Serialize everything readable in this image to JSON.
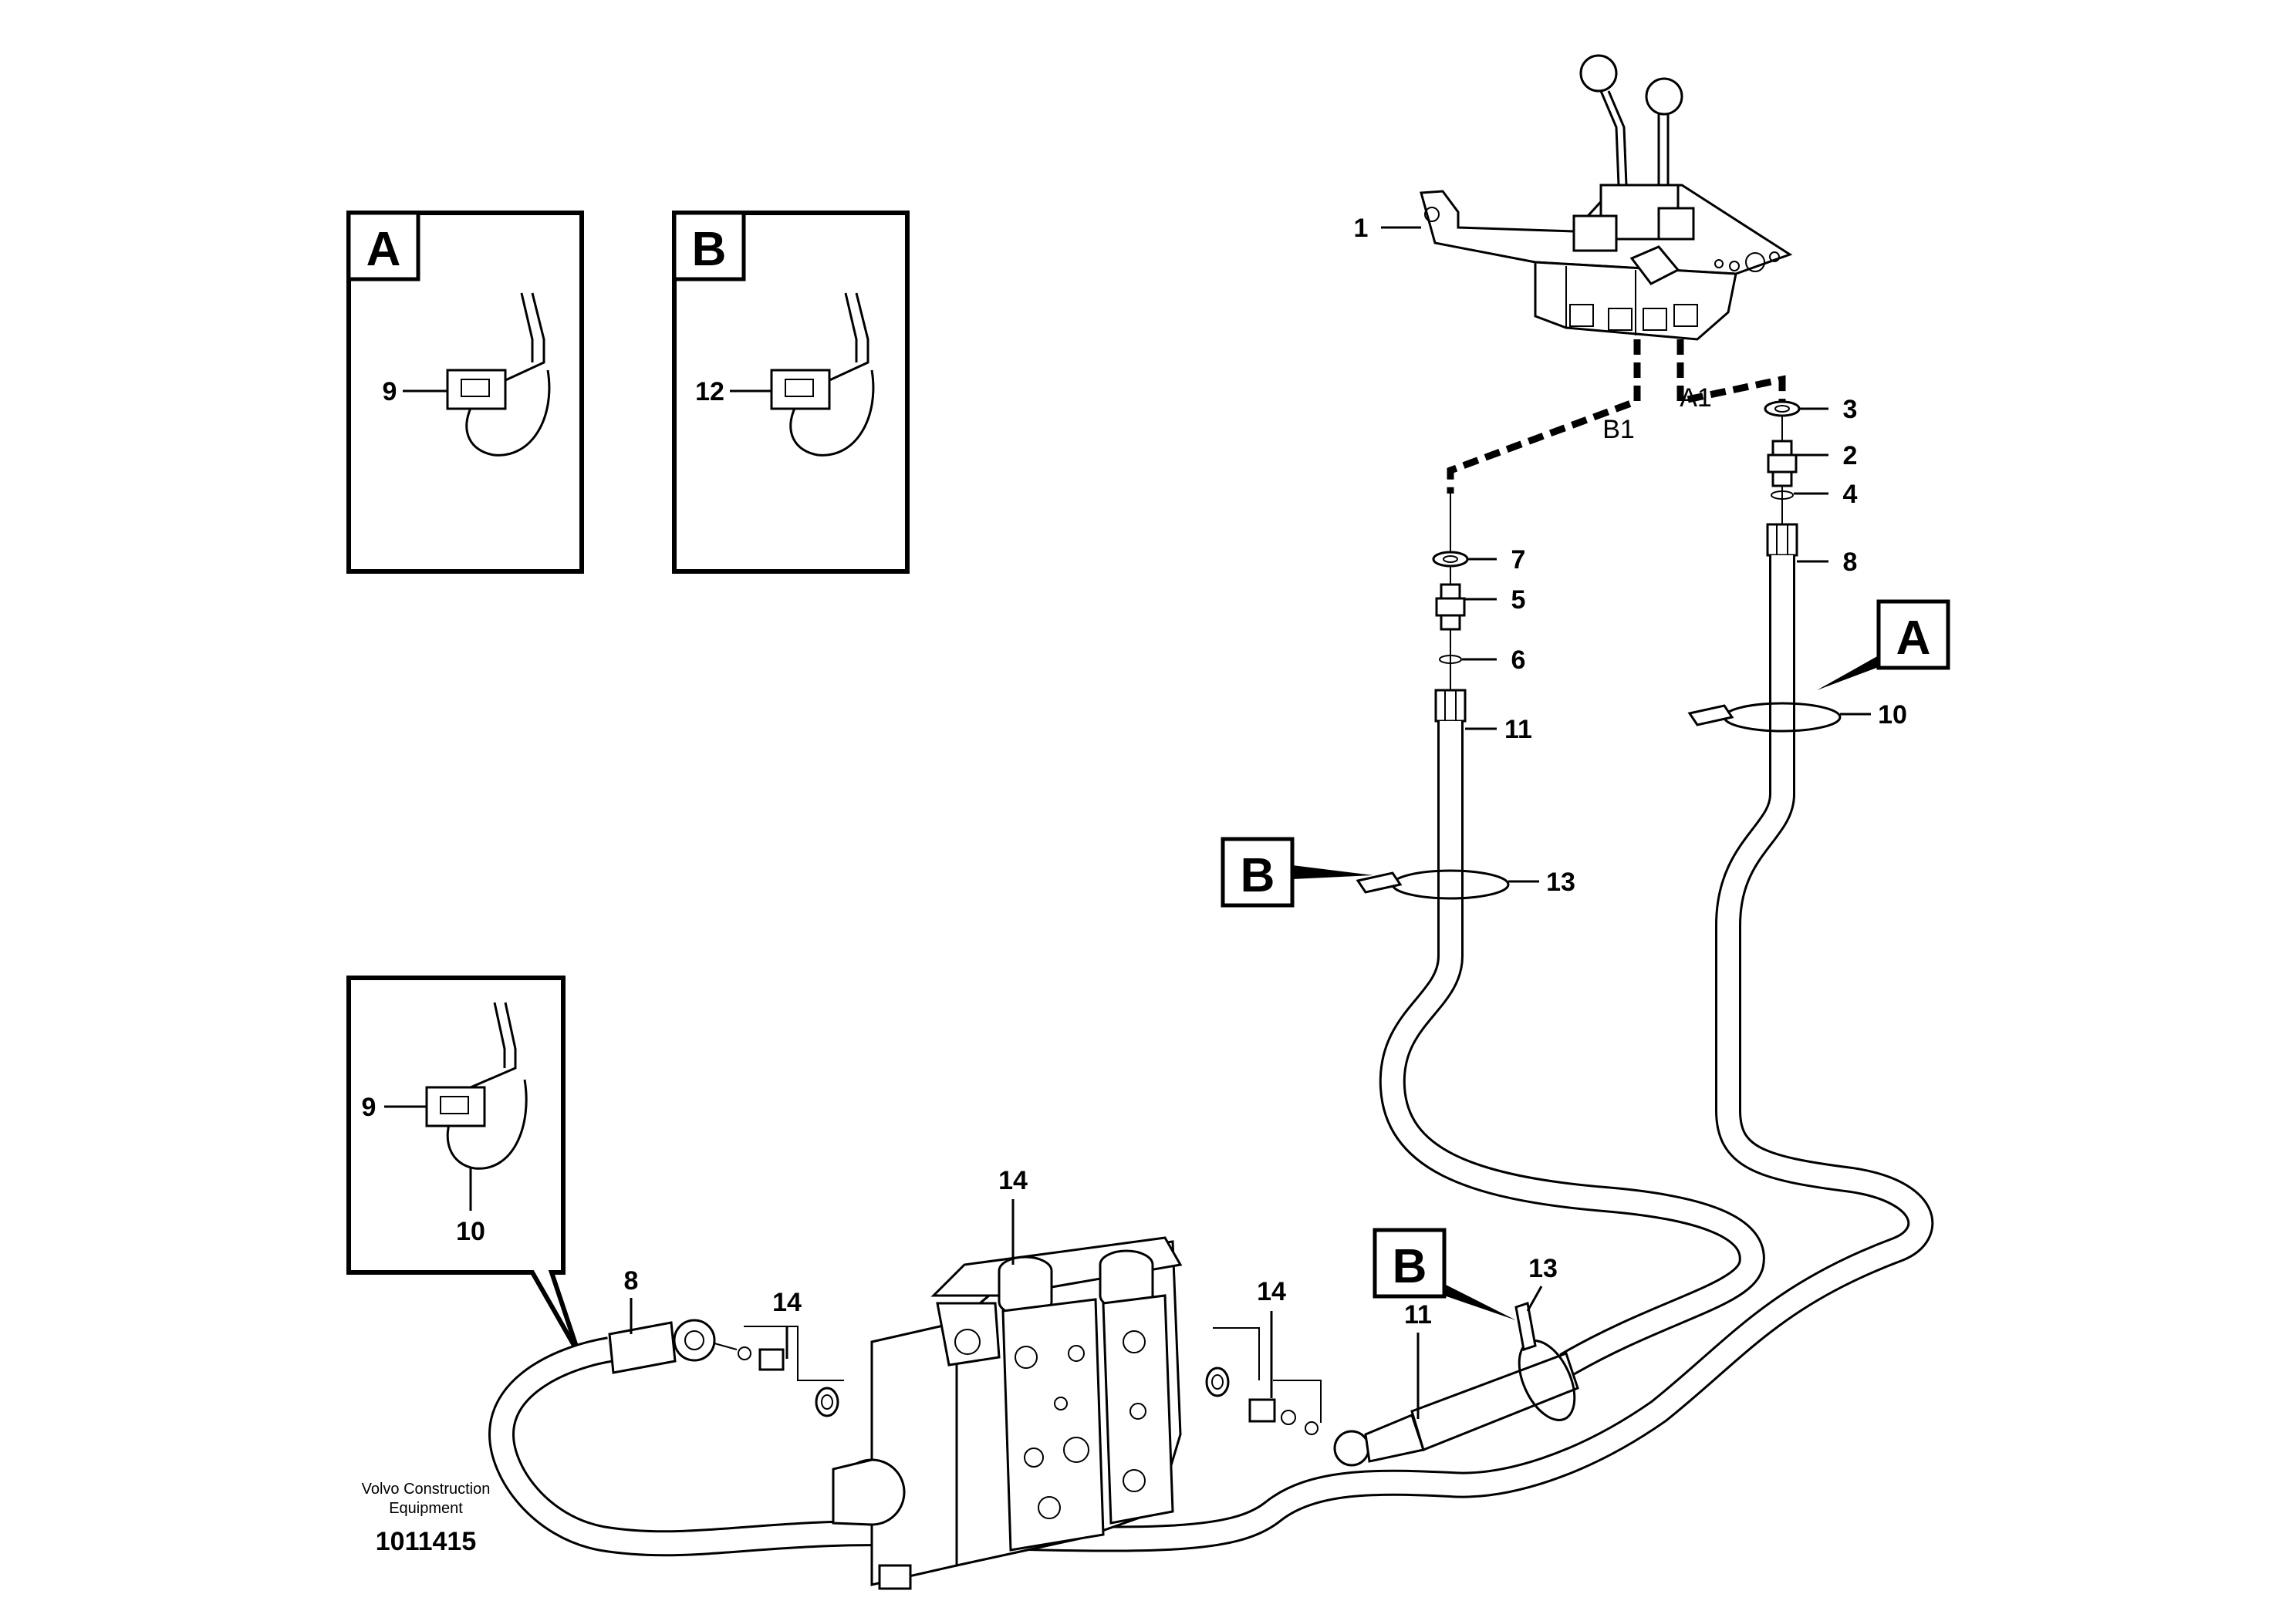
{
  "diagram": {
    "ports": {
      "b1": "B1",
      "a1": "A1"
    },
    "detail_boxes": [
      {
        "letter": "A",
        "part": "9"
      },
      {
        "letter": "B",
        "part": "12"
      },
      {
        "part_a": "9",
        "part_b": "10"
      }
    ],
    "tags": [
      "A",
      "B",
      "B"
    ],
    "callouts": {
      "c1": "1",
      "c3": "3",
      "c2": "2",
      "c4": "4",
      "c8a": "8",
      "c7": "7",
      "c5": "5",
      "c6": "6",
      "c11a": "11",
      "c13a": "13",
      "c10": "10",
      "c14a": "14",
      "c14b": "14",
      "c14c": "14",
      "c8b": "8",
      "c11b": "11",
      "c13b": "13"
    },
    "footer": {
      "line1": "Volvo Construction",
      "line2": "Equipment",
      "number": "1011415"
    }
  }
}
